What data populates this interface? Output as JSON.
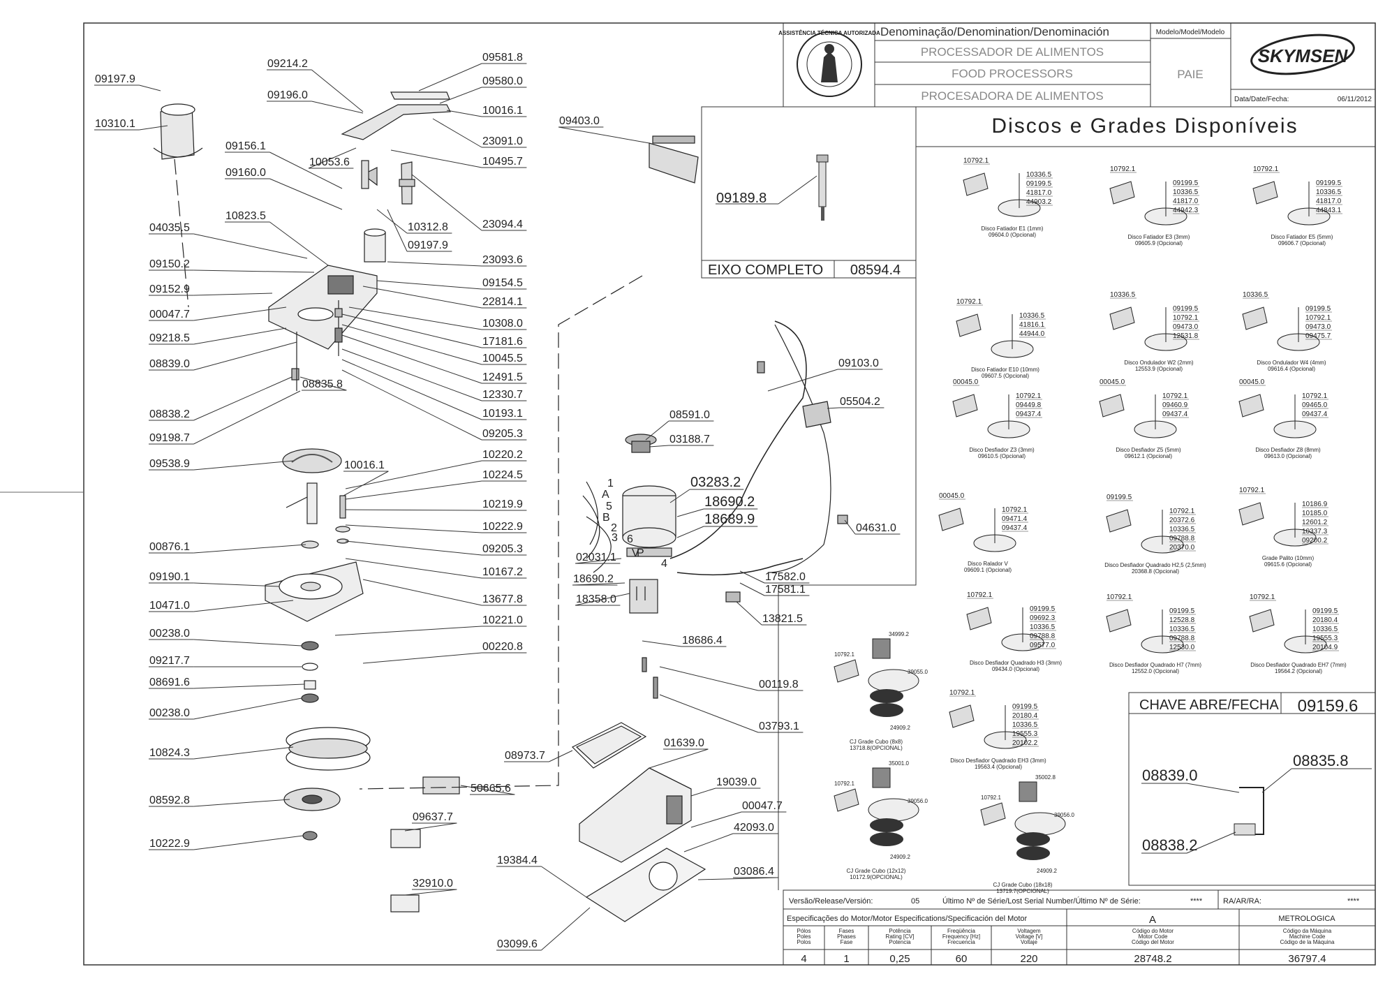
{
  "header": {
    "denomination_label": "Denominação/Denomination/Denominación",
    "model_label": "Modelo/Model/Modelo",
    "name_pt": "PROCESSADOR DE ALIMENTOS",
    "name_en": "FOOD PROCESSORS",
    "name_es": "PROCESADORA DE ALIMENTOS",
    "model": "PAIE",
    "brand": "SKYMSEN",
    "date_label": "Data/Date/Fecha:",
    "date": "06/11/2012",
    "seal_text": "ASSISTÊNCIA TÉCNICA AUTORIZADA"
  },
  "discs_title": "Discos e Grades Disponíveis",
  "eixo": {
    "label": "EIXO COMPLETO",
    "code": "08594.4",
    "part": "09189.8"
  },
  "chave": {
    "label": "CHAVE ABRE/FECHA",
    "code": "09159.6",
    "parts": [
      "08839.0",
      "08835.8",
      "08838.2"
    ]
  },
  "left_parts": [
    "09197.9",
    "10310.1",
    "09214.2",
    "09196.0",
    "09156.1",
    "09160.0",
    "10823.5",
    "04035.5",
    "09150.2",
    "09152.9",
    "00047.7",
    "09218.5",
    "08839.0",
    "08835.8",
    "08838.2",
    "09198.7",
    "09538.9",
    "10016.1",
    "00876.1",
    "09190.1",
    "10471.0",
    "00238.0",
    "09217.7",
    "08691.6",
    "00238.0",
    "10824.3",
    "08592.8",
    "10222.9"
  ],
  "right_parts": [
    "09581.8",
    "09580.0",
    "10016.1",
    "23091.0",
    "10053.6",
    "10495.7",
    "23094.4",
    "10312.8",
    "09197.9",
    "23093.6",
    "09154.5",
    "22814.1",
    "10308.0",
    "17181.6",
    "10045.5",
    "12491.5",
    "12330.7",
    "10193.1",
    "09205.3",
    "10220.2",
    "10224.5",
    "10219.9",
    "10222.9",
    "09205.3",
    "10167.2",
    "13677.8",
    "10221.0",
    "00220.8"
  ],
  "motor_parts": [
    "09403.0",
    "08591.0",
    "03188.7",
    "03283.2",
    "18690.2",
    "18689.9",
    "02031.1",
    "18690.2",
    "18358.0",
    "18686.4",
    "00119.8",
    "03793.1",
    "09103.0",
    "05504.2",
    "04631.0",
    "17582.0",
    "17581.1",
    "13821.5"
  ],
  "base_parts": [
    "08973.7",
    "01639.0",
    "19039.0",
    "00047.7",
    "42093.0",
    "19384.4",
    "03086.4",
    "03099.6",
    "50665.6",
    "09637.7",
    "32910.0"
  ],
  "wire_labels": [
    "1",
    "A",
    "5",
    "B",
    "2",
    "3",
    "6",
    "V",
    "P",
    "4"
  ],
  "discs": [
    {
      "title": "Disco Fatiador E1 (1mm)",
      "code": "09604.0 (Opcional)",
      "parts": [
        "10792.1",
        "10336.5",
        "09199.5",
        "41817.0",
        "44903.2"
      ]
    },
    {
      "title": "Disco Fatiador E3 (3mm)",
      "code": "09605.9 (Opcional)",
      "parts": [
        "10792.1",
        "09199.5",
        "10336.5",
        "41817.0",
        "44942.3"
      ]
    },
    {
      "title": "Disco Fatiador E5 (5mm)",
      "code": "09606.7 (Opcional)",
      "parts": [
        "10792.1",
        "09199.5",
        "10336.5",
        "41817.0",
        "44843.1"
      ]
    },
    {
      "title": "Disco Fatiador E10 (10mm)",
      "code": "09607.5 (Opcional)",
      "parts": [
        "10792.1",
        "10336.5",
        "41816.1",
        "44944.0"
      ]
    },
    {
      "title": "Disco Ondulador W2 (2mm)",
      "code": "12553.9 (Opcional)",
      "parts": [
        "10336.5",
        "09199.5",
        "10792.1",
        "09473.0",
        "12531.8"
      ]
    },
    {
      "title": "Disco Ondulador W4 (4mm)",
      "code": "09616.4 (Opcional)",
      "parts": [
        "10336.5",
        "09199.5",
        "10792.1",
        "09473.0",
        "09475.7"
      ]
    },
    {
      "title": "Disco Desfiador Z3 (3mm)",
      "code": "09610.5 (Opcional)",
      "parts": [
        "00045.0",
        "10792.1",
        "09449.8",
        "09437.4"
      ]
    },
    {
      "title": "Disco Desfiador Z5 (5mm)",
      "code": "09612.1 (Opcional)",
      "parts": [
        "00045.0",
        "10792.1",
        "09460.9",
        "09437.4"
      ]
    },
    {
      "title": "Disco Desfiador Z8 (8mm)",
      "code": "09613.0 (Opcional)",
      "parts": [
        "00045.0",
        "10792.1",
        "09465.0",
        "09437.4"
      ]
    },
    {
      "title": "Disco Ralador V",
      "code": "09609.1 (Opcional)",
      "parts": [
        "00045.0",
        "10792.1",
        "09471.4",
        "09437.4"
      ]
    },
    {
      "title": "Disco Desfiador Quadrado H2,5 (2,5mm)",
      "code": "20368.8 (Opcional)",
      "parts": [
        "09199.5",
        "10792.1",
        "20372.6",
        "10336.5",
        "09788.8",
        "20370.0"
      ]
    },
    {
      "title": "Grade Palito (10mm)",
      "code": "09615.6 (Opcional)",
      "parts": [
        "10792.1",
        "10186.9",
        "10185.0",
        "12601.2",
        "10337.3",
        "09200.2"
      ]
    },
    {
      "title": "Disco Desfiador Quadrado H3 (3mm)",
      "code": "09434.0 (Opcional)",
      "parts": [
        "10792.1",
        "09199.5",
        "09692.3",
        "10336.5",
        "09788.8",
        "09577.0"
      ]
    },
    {
      "title": "Disco Desfiador Quadrado H7 (7mm)",
      "code": "12552.0 (Opcional)",
      "parts": [
        "10792.1",
        "09199.5",
        "12528.8",
        "10336.5",
        "09788.8",
        "12530.0"
      ]
    },
    {
      "title": "Disco Desfiador Quadrado EH7 (7mm)",
      "code": "19564.2 (Opcional)",
      "parts": [
        "10792.1",
        "09199.5",
        "20180.4",
        "10336.5",
        "19555.3",
        "20104.9"
      ]
    },
    {
      "title": "Disco Desfiador Quadrado EH3 (3mm)",
      "code": "19563.4 (Opcional)",
      "parts": [
        "10792.1",
        "09199.5",
        "20180.4",
        "10336.5",
        "19555.3",
        "20102.2"
      ]
    }
  ],
  "cubes": [
    {
      "title": "CJ Grade Cubo (8x8)",
      "code": "13718.8(OPCIONAL)",
      "parts": [
        "10792.1",
        "34999.2",
        "39055.0",
        "24909.2"
      ]
    },
    {
      "title": "CJ Grade Cubo (12x12)",
      "code": "10172.9(OPCIONAL)",
      "parts": [
        "10792.1",
        "35001.0",
        "39056.0",
        "24909.2"
      ]
    },
    {
      "title": "CJ Grade Cubo (18x18)",
      "code": "13719.7(OPCIONAL)",
      "parts": [
        "10792.1",
        "35002.8",
        "39056.0",
        "24909.2"
      ]
    }
  ],
  "footer": {
    "version_label": "Versão/Release/Versión:",
    "version": "05",
    "serial_label": "Último Nº de Série/Lost Serial Number/Último Nº de Série:",
    "serial": "****",
    "ra_label": "RA/AR/RA:",
    "ra": "****",
    "motor_spec_label": "Especificações do Motor/Motor Especifications/Specificación del Motor",
    "motor_class": "A",
    "manufacturer": "METROLOGICA",
    "columns": [
      {
        "h": [
          "Pólos",
          "Poles",
          "Polos"
        ],
        "v": "4"
      },
      {
        "h": [
          "Fases",
          "Phases",
          "Fase"
        ],
        "v": "1"
      },
      {
        "h": [
          "Potência",
          "Rating [CV]",
          "Potencia"
        ],
        "v": "0,25"
      },
      {
        "h": [
          "Freqüência",
          "Frequency [Hz]",
          "Frecuencia"
        ],
        "v": "60"
      },
      {
        "h": [
          "Voltagem",
          "Voltage [V]",
          "Voltaje"
        ],
        "v": "220"
      },
      {
        "h": [
          "Código do Motor",
          "Motor Code",
          "Código del Motor"
        ],
        "v": "28748.2"
      },
      {
        "h": [
          "Código da Máquina",
          "Machine Code",
          "Código de la Máquina"
        ],
        "v": "36797.4"
      }
    ]
  }
}
